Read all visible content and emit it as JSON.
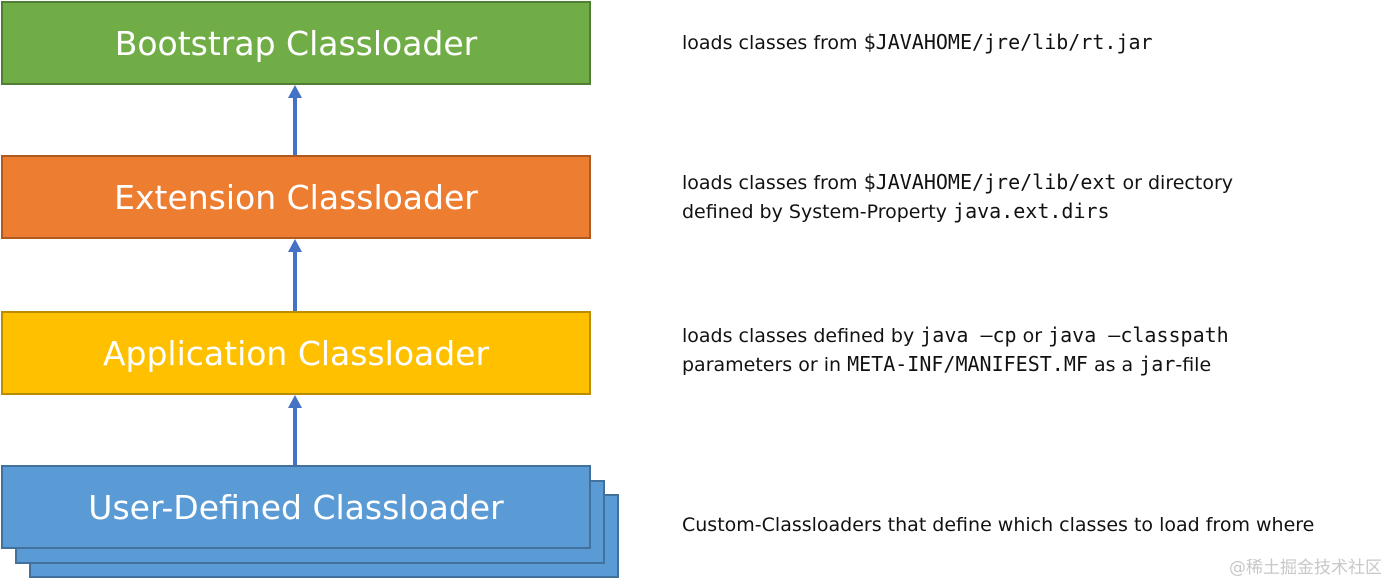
{
  "diagram": {
    "boxes": [
      {
        "label": "Bootstrap Classloader",
        "color": "#70ad47"
      },
      {
        "label": "Extension Classloader",
        "color": "#ed7d31"
      },
      {
        "label": "Application Classloader",
        "color": "#ffc000"
      },
      {
        "label": "User-Defined Classloader",
        "color": "#5b9bd5"
      }
    ],
    "arrow_color": "#4472c4",
    "descriptions": {
      "bootstrap": {
        "text1": "loads classes from ",
        "code1": "$JAVAHOME/jre/lib/rt.jar"
      },
      "extension": {
        "text1": "loads classes from ",
        "code1": "$JAVAHOME/jre/lib/ext",
        "text2": " or directory",
        "text3": "defined by System-Property ",
        "code2": "java.ext.dirs"
      },
      "application": {
        "text1": "loads classes defined by ",
        "code1": "java —cp",
        "text2": " or ",
        "code2": "java —classpath",
        "text3": "parameters or in ",
        "code3": "META-INF/MANIFEST.MF",
        "text4": " as a ",
        "code4": "jar",
        "text5": "-file"
      },
      "user_defined": {
        "text1": "Custom-Classloaders that define which classes to load from where"
      }
    }
  },
  "watermark": "@稀土掘金技术社区"
}
